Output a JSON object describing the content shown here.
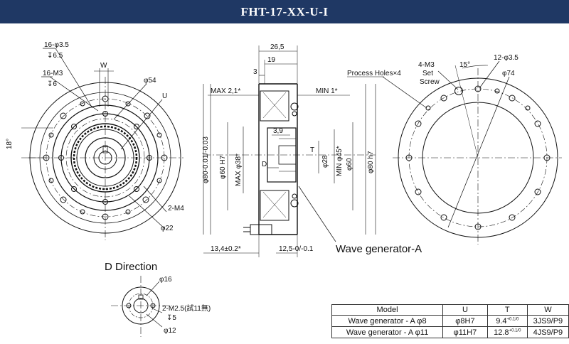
{
  "title": "FHT-17-XX-U-I",
  "front_view": {
    "hole1": "16-φ3.5",
    "hole1_depth": "↧6.5",
    "hole2": "16-M3",
    "hole2_depth": "↧6",
    "w": "W",
    "phi54": "φ54",
    "u": "U",
    "angle18": "18°",
    "m4": "2-M4",
    "phi22": "φ22"
  },
  "side_view": {
    "d265": "26,5",
    "d19": "19",
    "d3": "3",
    "max21": "MAX 2,1*",
    "min1": "MIN 1*",
    "d39": "3,9",
    "t": "T",
    "d": "D",
    "phi80tol": "φ80-0.01/-0.03",
    "phi60h7": "φ60 H7",
    "max38": "MAX φ38*",
    "phi28": "φ28",
    "min45": "MIN φ45*",
    "phi60": "φ60",
    "phi80h7": "φ80 h7",
    "d134": "13,4±0.2*",
    "d125": "12,5-0/-0.1",
    "wave_generator": "Wave generator-A"
  },
  "rear_view": {
    "process_holes": "Process Holes×4",
    "m3_set": "4-M3",
    "set_label": "Set",
    "screw_label": "Screw",
    "angle15": "15°",
    "hole3": "12-φ3.5",
    "phi74": "φ74"
  },
  "d_direction": {
    "title": "D Direction",
    "phi16": "φ16",
    "m25": "2-M2.5(試11無)",
    "depth5": "↧5",
    "phi12": "φ12"
  },
  "table": {
    "headers": [
      "Model",
      "U",
      "T",
      "W"
    ],
    "rows": [
      {
        "model": "Wave generator - A φ8",
        "u": "φ8H7",
        "t": "9.4",
        "t_tol": "+0.1/0",
        "w": "3JS9/P9"
      },
      {
        "model": "Wave generator - A φ11",
        "u": "φ11H7",
        "t": "12.8",
        "t_tol": "+0.1/0",
        "w": "4JS9/P9"
      }
    ]
  },
  "colors": {
    "title_bar": "#1f3864",
    "line": "#111111"
  }
}
